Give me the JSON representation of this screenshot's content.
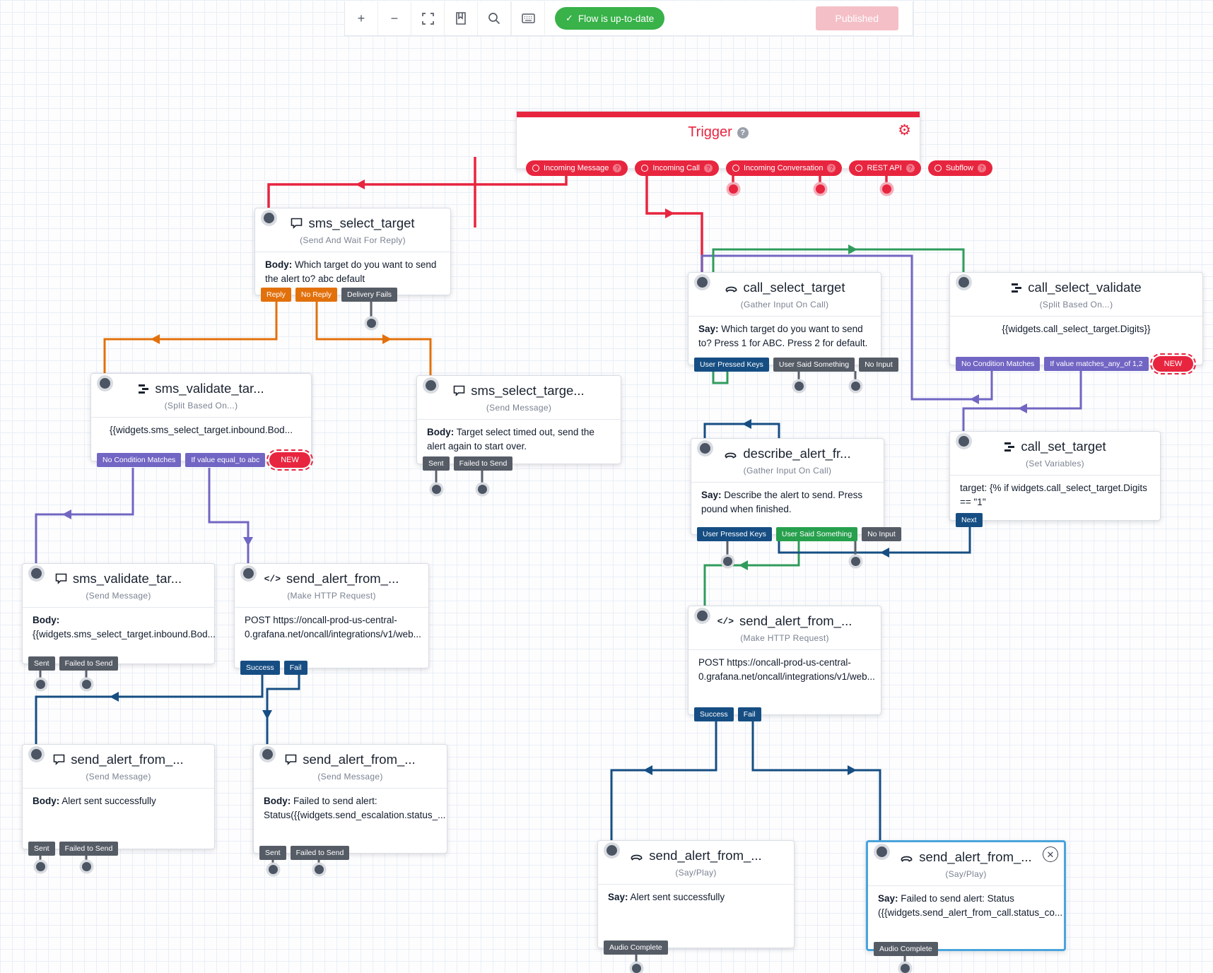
{
  "toolbar": {
    "zoom_in": "+",
    "zoom_out": "−",
    "status_label": "Flow is up-to-date",
    "published_label": "Published"
  },
  "trigger": {
    "title": "Trigger",
    "pills": [
      {
        "label": "Incoming Message"
      },
      {
        "label": "Incoming Call"
      },
      {
        "label": "Incoming Conversation"
      },
      {
        "label": "REST API"
      },
      {
        "label": "Subflow"
      }
    ]
  },
  "widgets": [
    {
      "id": "w1",
      "icon": "chat",
      "title": "sms_select_target",
      "subtitle": "(Send And Wait For Reply)",
      "body_bold": "Body:",
      "body_text": " Which target do you want to send the alert to? abc default",
      "align": "left",
      "pills": [
        {
          "label": "Reply",
          "type": "orange"
        },
        {
          "label": "No Reply",
          "type": "orange"
        },
        {
          "label": "Delivery Fails",
          "type": "gray"
        }
      ]
    },
    {
      "id": "w2",
      "icon": "split",
      "title": "sms_validate_tar...",
      "subtitle": "(Split Based On...)",
      "body_bold": "",
      "body_text": "{{widgets.sms_select_target.inbound.Bod...",
      "align": "center",
      "pills": [
        {
          "label": "No Condition Matches",
          "type": "purple"
        },
        {
          "label": "If value equal_to abc",
          "type": "purple"
        },
        {
          "label": "NEW",
          "type": "new"
        }
      ]
    },
    {
      "id": "w3",
      "icon": "chat",
      "title": "sms_select_targe...",
      "subtitle": "(Send Message)",
      "body_bold": "Body:",
      "body_text": " Target select timed out, send the alert again to start over.",
      "align": "left",
      "pills": [
        {
          "label": "Sent",
          "type": "gray"
        },
        {
          "label": "Failed to Send",
          "type": "gray"
        }
      ]
    },
    {
      "id": "w4",
      "icon": "phone",
      "title": "call_select_target",
      "subtitle": "(Gather Input On Call)",
      "body_bold": "Say:",
      "body_text": " Which target do you want to send to? Press 1 for ABC. Press 2 for default.",
      "align": "left",
      "pills": [
        {
          "label": "User Pressed Keys",
          "type": "navy"
        },
        {
          "label": "User Said Something",
          "type": "gray"
        },
        {
          "label": "No Input",
          "type": "gray"
        }
      ]
    },
    {
      "id": "w5",
      "icon": "split",
      "title": "call_select_validate",
      "subtitle": "(Split Based On...)",
      "body_bold": "",
      "body_text": "{{widgets.call_select_target.Digits}}",
      "align": "center",
      "pills": [
        {
          "label": "No Condition Matches",
          "type": "purple"
        },
        {
          "label": "If value matches_any_of 1,2",
          "type": "purple"
        },
        {
          "label": "NEW",
          "type": "new"
        }
      ]
    },
    {
      "id": "w6",
      "icon": "split",
      "title": "call_set_target",
      "subtitle": "(Set Variables)",
      "body_bold": "",
      "body_text": "target: {% if widgets.call_select_target.Digits == \"1\"",
      "align": "left",
      "pills": [
        {
          "label": "Next",
          "type": "navy"
        }
      ]
    },
    {
      "id": "w7",
      "icon": "phone",
      "title": "describe_alert_fr...",
      "subtitle": "(Gather Input On Call)",
      "body_bold": "Say:",
      "body_text": " Describe the alert to send. Press pound when finished.",
      "align": "left",
      "pills": [
        {
          "label": "User Pressed Keys",
          "type": "navy"
        },
        {
          "label": "User Said Something",
          "type": "green"
        },
        {
          "label": "No Input",
          "type": "gray"
        }
      ]
    },
    {
      "id": "w8",
      "icon": "code",
      "title": "send_alert_from_...",
      "subtitle": "(Make HTTP Request)",
      "body_bold": "",
      "body_text": "POST https://oncall-prod-us-central-0.grafana.net/oncall/integrations/v1/web...",
      "align": "left",
      "pills": [
        {
          "label": "Success",
          "type": "navy"
        },
        {
          "label": "Fail",
          "type": "navy"
        }
      ]
    },
    {
      "id": "w9",
      "icon": "chat",
      "title": "sms_validate_tar...",
      "subtitle": "(Send Message)",
      "body_bold": "Body:",
      "body_text": " {{widgets.sms_select_target.inbound.Bod...",
      "align": "left",
      "pills": [
        {
          "label": "Sent",
          "type": "gray"
        },
        {
          "label": "Failed to Send",
          "type": "gray"
        }
      ]
    },
    {
      "id": "w10",
      "icon": "code",
      "title": "send_alert_from_...",
      "subtitle": "(Make HTTP Request)",
      "body_bold": "",
      "body_text": "POST https://oncall-prod-us-central-0.grafana.net/oncall/integrations/v1/web...",
      "align": "left",
      "pills": [
        {
          "label": "Success",
          "type": "navy"
        },
        {
          "label": "Fail",
          "type": "navy"
        }
      ]
    },
    {
      "id": "w11",
      "icon": "chat",
      "title": "send_alert_from_...",
      "subtitle": "(Send Message)",
      "body_bold": "Body:",
      "body_text": " Alert sent successfully",
      "align": "left",
      "pills": [
        {
          "label": "Sent",
          "type": "gray"
        },
        {
          "label": "Failed to Send",
          "type": "gray"
        }
      ]
    },
    {
      "id": "w12",
      "icon": "chat",
      "title": "send_alert_from_...",
      "subtitle": "(Send Message)",
      "body_bold": "Body:",
      "body_text": " Failed to send alert: Status({{widgets.send_escalation.status_...",
      "align": "left",
      "pills": [
        {
          "label": "Sent",
          "type": "gray"
        },
        {
          "label": "Failed to Send",
          "type": "gray"
        }
      ]
    },
    {
      "id": "w13",
      "icon": "phone",
      "title": "send_alert_from_...",
      "subtitle": "(Say/Play)",
      "body_bold": "Say:",
      "body_text": " Alert sent successfully",
      "align": "left",
      "pills": [
        {
          "label": "Audio Complete",
          "type": "gray"
        }
      ]
    },
    {
      "id": "w14",
      "icon": "phone",
      "title": "send_alert_from_...",
      "subtitle": "(Say/Play)",
      "selected": true,
      "body_bold": "Say:",
      "body_text": " Failed to send alert: Status ({{widgets.send_alert_from_call.status_co...",
      "align": "left",
      "pills": [
        {
          "label": "Audio Complete",
          "type": "gray"
        }
      ]
    }
  ],
  "colors": {
    "trigger_red": "#e8253f",
    "orange": "#e2710c",
    "purple": "#7166c3",
    "green": "#2f9c5c",
    "navy": "#164e83",
    "gray_stub": "#5a606b",
    "published_pink": "#f4bfc7",
    "flow_badge_green": "#38b249",
    "selected_blue": "#4aa4dc"
  }
}
